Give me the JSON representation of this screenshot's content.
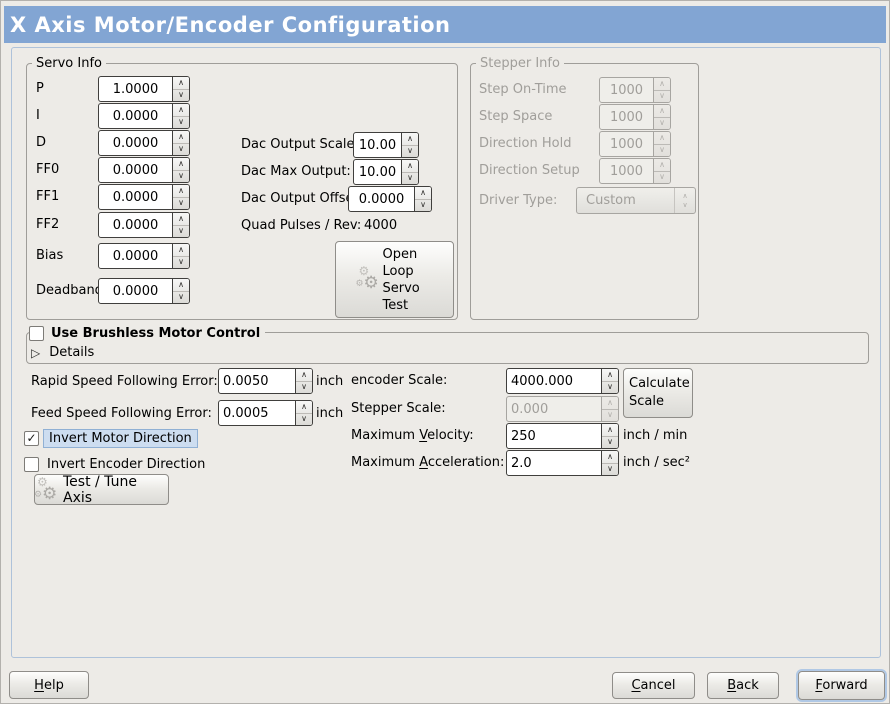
{
  "window": {
    "title": "X Axis Motor/Encoder Configuration"
  },
  "servo_info": {
    "legend": "Servo Info",
    "params": [
      {
        "label": "P",
        "value": "1.0000"
      },
      {
        "label": "I",
        "value": "0.0000"
      },
      {
        "label": "D",
        "value": "0.0000"
      },
      {
        "label": "FF0",
        "value": "0.0000"
      },
      {
        "label": "FF1",
        "value": "0.0000"
      },
      {
        "label": "FF2",
        "value": "0.0000"
      },
      {
        "label": "Bias",
        "value": "0.0000"
      },
      {
        "label": "Deadband",
        "value": "0.0000"
      }
    ],
    "dac_output_scale_label": "Dac Output Scale:",
    "dac_output_scale_value": "10.00",
    "dac_max_output_label": "Dac Max Output:",
    "dac_max_output_value": "10.00",
    "dac_output_offset_label": "Dac Output Offset:",
    "dac_output_offset_value": "0.0000",
    "quad_pulses_label": "Quad Pulses / Rev:",
    "quad_pulses_value": "4000",
    "open_loop_test_button": "Open Loop Servo Test"
  },
  "stepper_info": {
    "legend": "Stepper Info",
    "params": [
      {
        "label": "Step On-Time",
        "value": "1000"
      },
      {
        "label": "Step Space",
        "value": "1000"
      },
      {
        "label": "Direction Hold",
        "value": "1000"
      },
      {
        "label": "Direction Setup",
        "value": "1000"
      }
    ],
    "driver_type_label": "Driver Type:",
    "driver_type_value": "Custom"
  },
  "brushless": {
    "checkbox_label": "Use Brushless Motor Control",
    "details_label": "Details"
  },
  "following_error": {
    "rapid_label": "Rapid Speed Following Error:",
    "rapid_value": "0.0050",
    "rapid_unit": "inch",
    "feed_label": "Feed Speed Following Error:",
    "feed_value": "0.0005",
    "feed_unit": "inch"
  },
  "scale": {
    "encoder_label": "encoder Scale:",
    "encoder_value": "4000.000",
    "stepper_label": "Stepper Scale:",
    "stepper_value": "0.000",
    "calculate_button": "Calculate Scale",
    "velocity_pre": "Maximum ",
    "velocity_mn": "V",
    "velocity_post": "elocity:",
    "velocity_value": "250",
    "velocity_unit": "inch / min",
    "accel_pre": "Maximum ",
    "accel_mn": "A",
    "accel_post": "cceleration:",
    "accel_value": "2.0",
    "accel_unit": "inch / sec²"
  },
  "direction": {
    "invert_motor_label": "Invert Motor Direction",
    "invert_encoder_label": "Invert Encoder Direction",
    "test_tune_button": "Test / Tune Axis"
  },
  "footer": {
    "help_mn": "H",
    "help_post": "elp",
    "cancel_mn": "C",
    "cancel_post": "ancel",
    "back_mn": "B",
    "back_post": "ack",
    "forward_mn": "F",
    "forward_post": "orward"
  },
  "icons": {
    "gear": "⚙",
    "check": "✓",
    "expander": "▷"
  },
  "colors": {
    "titlebar": "#82a5d3",
    "background": "#edebe7",
    "focus_highlight": "#cdddf0"
  }
}
